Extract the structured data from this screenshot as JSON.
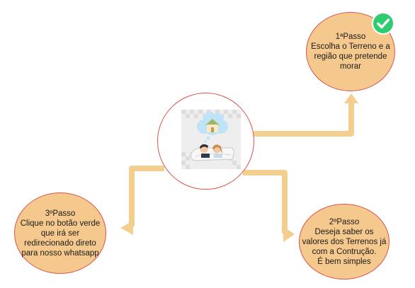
{
  "steps": [
    {
      "id": "step-1",
      "text": "1ªPasso\nEscolha o Terreno e a\nregião que pretende\nmorar"
    },
    {
      "id": "step-2",
      "text": "2ºPasso\nDeseja saber os\nvalores dos Terrenos já\ncom a Contrução.\nÉ bem simples"
    },
    {
      "id": "step-3",
      "text": "3ºPasso\nClique no botão verde\nque irá ser\nredirecionado direto\npara nosso whatsapp"
    }
  ],
  "colors": {
    "bubble_fill": "#f5c98d",
    "bubble_border": "#d9534f",
    "connector": "#f3cf8f",
    "check_green": "#2ecc71"
  },
  "icons": {
    "center": "couple-dreaming-house-icon",
    "badge": "check-circle-icon"
  }
}
